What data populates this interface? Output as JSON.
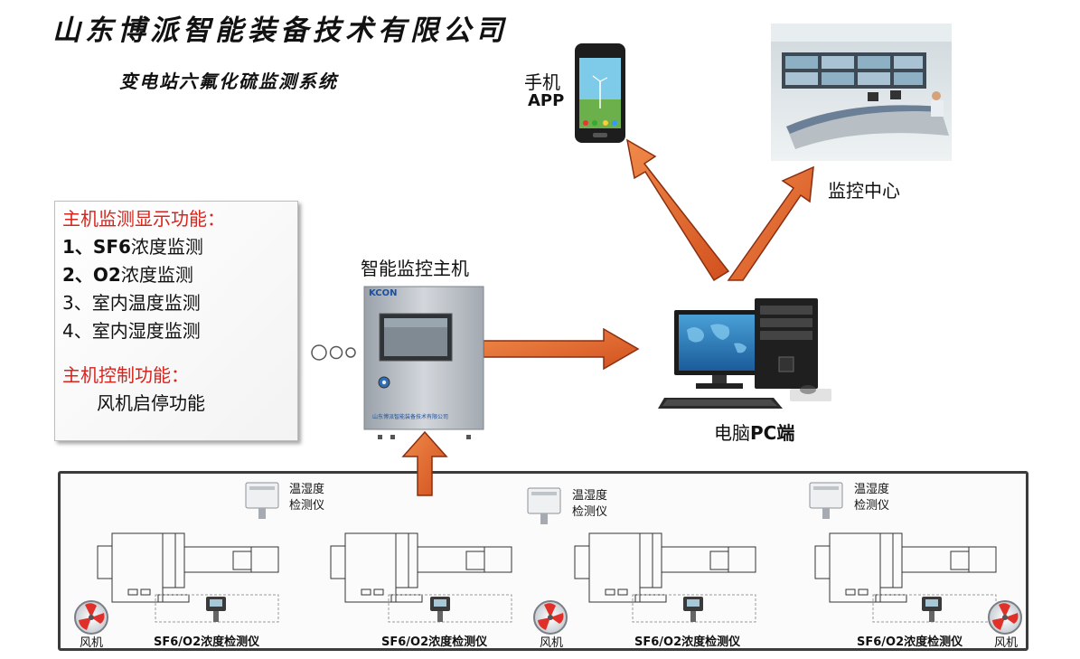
{
  "header": {
    "company": "山东博派智能装备技术有限公司",
    "subtitle": "变电站六氟化硫监测系统"
  },
  "functions": {
    "monitor_title": "主机监测显示功能：",
    "monitor_items": [
      "1、",
      "SF6",
      "浓度监测",
      "2、",
      "O2",
      "浓度监测",
      "3、室内温度监测",
      "4、室内湿度监测"
    ],
    "control_title": "主机控制功能：",
    "control_item": "风机启停功能"
  },
  "nodes": {
    "host_label": "智能监控主机",
    "host_brand": "KCON",
    "host_company": "山东博派智能装备技术有限公司",
    "ellipsis": "○○○",
    "pc_label_prefix": "电脑",
    "pc_label_suffix": "PC端",
    "phone_label_1": "手机",
    "phone_label_2": "APP",
    "center_label": "监控中心"
  },
  "field": {
    "th_sensor_1": "温湿度",
    "th_sensor_2": "检测仪",
    "gas_detector": "SF6/O2浓度检测仪",
    "fan": "风机"
  },
  "colors": {
    "arrow_fill": "#e0622c",
    "arrow_stroke": "#8a2e10",
    "red_text": "#d9231c",
    "cabinet": "#b9bec5"
  }
}
